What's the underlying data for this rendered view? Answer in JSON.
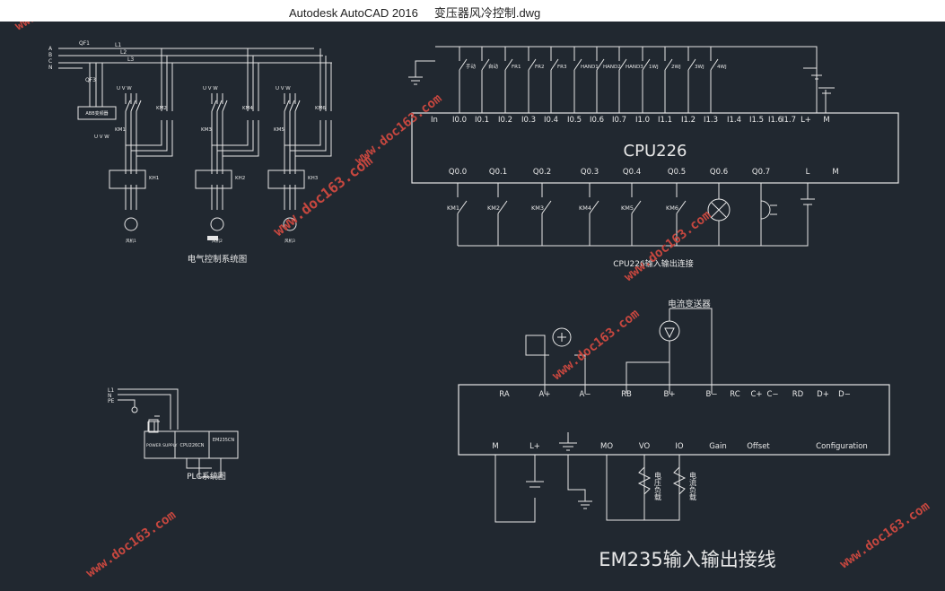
{
  "titlebar": {
    "app": "Autodesk AutoCAD 2016",
    "file": "变压器风冷控制.dwg"
  },
  "captions": {
    "elec": "电气控制系统图",
    "cpu_io": "CPU226输入输出连接",
    "plc": "PLC系统图",
    "em235": "EM235输入输出接线"
  },
  "cpu": {
    "title": "CPU226",
    "inputs": [
      "In",
      "I0.0",
      "I0.1",
      "I0.2",
      "I0.3",
      "I0.4",
      "I0.5",
      "I0.6",
      "I0.7",
      "I1.0",
      "I1.1",
      "I1.2",
      "I1.3",
      "I1.4",
      "I1.5",
      "I1.6",
      "I1.7",
      "L+",
      "M"
    ],
    "outputs": [
      "Q0.0",
      "Q0.1",
      "Q0.2",
      "Q0.3",
      "Q0.4",
      "Q0.5",
      "Q0.6",
      "Q0.7",
      "L",
      "M"
    ],
    "switch_labels": [
      "手动",
      "自动",
      "FR1",
      "FR2",
      "FR3",
      "HAND1",
      "HAND2",
      "HAND3",
      "1WJ",
      "2WJ",
      "3WJ",
      "4WJ"
    ],
    "coil_labels": [
      "KM1",
      "KM2",
      "KM3",
      "KM4",
      "KM5",
      "KM6"
    ]
  },
  "em235": {
    "top_terms": [
      "RA",
      "A+",
      "A−",
      "RB",
      "B+",
      "B−",
      "RC",
      "C+",
      "C−",
      "RD",
      "D+",
      "D−"
    ],
    "bottom_terms": [
      "M",
      "L+",
      "MO",
      "VO",
      "IO",
      "Gain",
      "Offset",
      "Configuration"
    ],
    "transducer": "电流变送器",
    "load_v": "电压负载",
    "load_i": "电流负载"
  },
  "elec": {
    "top": [
      "QF1",
      "L1",
      "L2",
      "L3",
      "QF3"
    ],
    "abc": [
      "A",
      "B",
      "C",
      "N"
    ],
    "converter": "ABB变频器",
    "kms": [
      "KM1",
      "KM2",
      "KM3",
      "KM4",
      "KM5",
      "KM6"
    ],
    "khs": [
      "KH1",
      "KH2",
      "KH3"
    ],
    "uvw": "U V W",
    "motors": [
      "风机1",
      "风机2",
      "风机3"
    ]
  },
  "plc_small": {
    "cpu": "CPU226CN",
    "em": "EM235CN",
    "psu": "POWER SUPPLY",
    "lines": [
      "L1",
      "N",
      "PE"
    ]
  },
  "watermark": "www.doc163.com"
}
